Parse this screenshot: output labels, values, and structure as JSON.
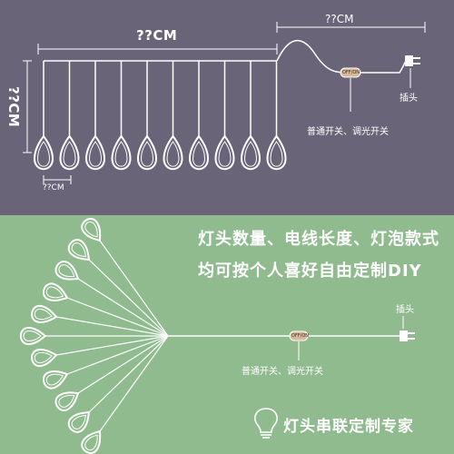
{
  "colors": {
    "top_bg": "#6a6478",
    "bottom_bg": "#8fbb8e",
    "line": "#ffffff",
    "switch_fill": "#d8b89a"
  },
  "top": {
    "string_width_label": "??CM",
    "lead_length_label": "??CM",
    "drop_height_label": "??CM",
    "bulb_spacing_label": "??CM",
    "switch_text": "OFF/ON",
    "switch_label": "普通开关、调光开关",
    "plug_label": "插头"
  },
  "bottom": {
    "headline_line1": "灯头数量、电线长度、灯泡款式",
    "headline_line2": "均可按个人喜好自由定制DIY",
    "switch_text": "OFF/ON",
    "switch_label": "普通开关、调光开关",
    "plug_label": "插头",
    "brand_icon": "lightbulb-icon",
    "brand_text": "灯头串联定制专家"
  }
}
